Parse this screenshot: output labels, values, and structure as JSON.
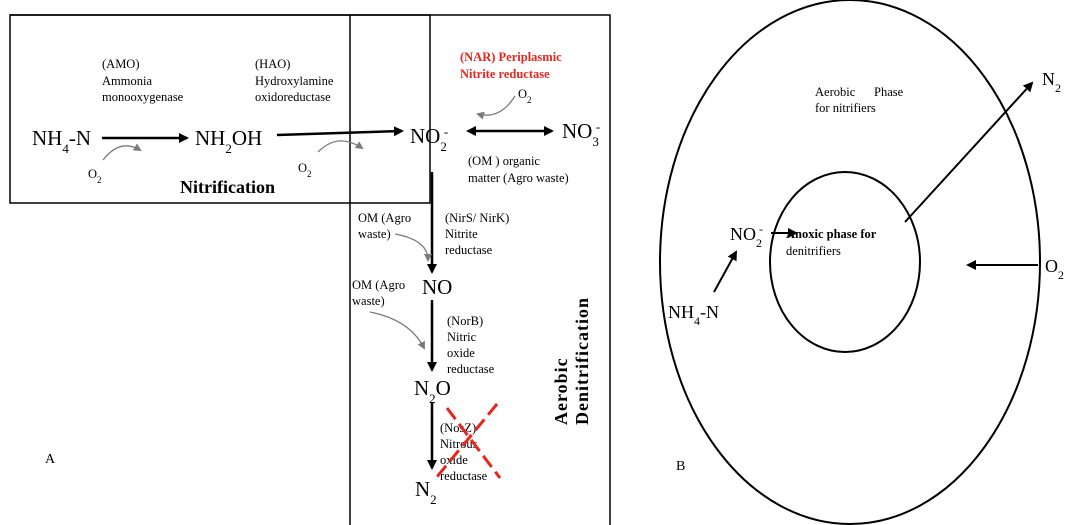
{
  "panel_a": {
    "letter": "A",
    "nitrification_label": "Nitrification",
    "aerobic_denitrification_label_line1": "Aerobic",
    "aerobic_denitrification_label_line2": "Denitrification",
    "species": {
      "nh4n_base": "NH",
      "nh4n_sub": "4",
      "nh4n_tail": "-N",
      "nh2oh_base": "NH",
      "nh2oh_sub": "2",
      "nh2oh_tail": "OH",
      "no2_base": "NO",
      "no2_sub": "2",
      "no2_sup": "-",
      "no3_base": "NO",
      "no3_sub": "3",
      "no3_sup": "-",
      "no": "NO",
      "n2o_base": "N",
      "n2o_sub": "2",
      "n2o_tail": "O",
      "n2_base": "N",
      "n2_sub": "2"
    },
    "o2": {
      "base": "O",
      "sub": "2"
    },
    "enzymes": {
      "amo_line1": "(AMO)",
      "amo_line2": "Ammonia",
      "amo_line3": "monooxygenase",
      "hao_line1": "(HAO)",
      "hao_line2": "Hydroxylamine",
      "hao_line3": "oxidoreductase",
      "nar_line1": "(NAR) Periplasmic",
      "nar_line2": "Nitrite  reductase",
      "om_line1": "(OM ) organic",
      "om_line2": "matter (Agro waste)",
      "nir_line1": "(NirS/ NirK)",
      "nir_line2": "Nitrite",
      "nir_line3": "reductase",
      "om_agro1_line1": "OM (Agro",
      "om_agro1_line2": "waste)",
      "om_agro2_line1": "OM (Agro",
      "om_agro2_line2": "waste)",
      "nor_line1": "(NorB)",
      "nor_line2": "Nitric",
      "nor_line3": "oxide",
      "nor_line4": "reductase",
      "nos_line1": "(NosZ)",
      "nos_line2": "Nitrous",
      "nos_line3": "oxide",
      "nos_line4": "reductase"
    },
    "colors": {
      "highlight": "#e8241c",
      "ink": "#000000",
      "curve": "#7a7a7a"
    }
  },
  "panel_b": {
    "letter": "B",
    "aerobic_line1": "Aerobic      Phase",
    "aerobic_line2": "for nitrifiers",
    "anoxic_line1": "Anoxic phase for",
    "anoxic_line2": "denitrifiers",
    "no2_base": "NO",
    "no2_sub": "2",
    "no2_sup": "-",
    "nh4n_base": "NH",
    "nh4n_sub": "4",
    "nh4n_tail": "-N",
    "n2_base": "N",
    "n2_sub": "2",
    "o2_base": "O",
    "o2_sub": "2"
  }
}
